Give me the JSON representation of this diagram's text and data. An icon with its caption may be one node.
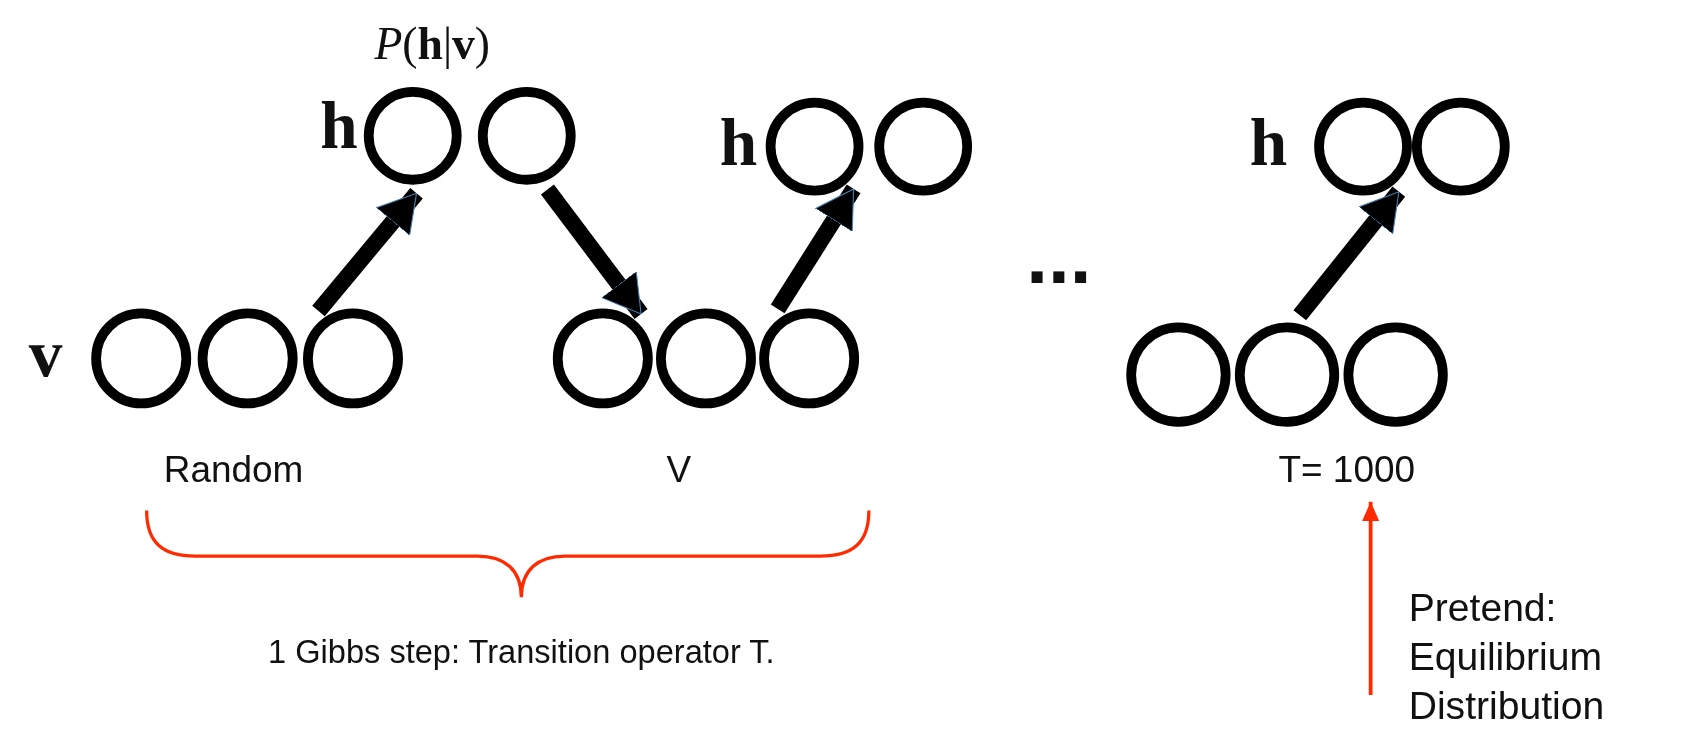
{
  "diagram": {
    "nodes": [
      {
        "text": [],
        "shape": "circle"
      },
      {
        "text": [],
        "shape": "circle"
      },
      {
        "text": [],
        "shape": "circle"
      },
      {
        "text": [],
        "shape": "circle"
      },
      {
        "text": [],
        "shape": "circle"
      },
      {
        "text": [],
        "shape": "circle"
      },
      {
        "text": [],
        "shape": "circle"
      },
      {
        "text": [],
        "shape": "circle"
      },
      {
        "text": [],
        "shape": "circle"
      },
      {
        "text": [],
        "shape": "circle"
      },
      {
        "text": [],
        "shape": "circle"
      },
      {
        "text": [],
        "shape": "circle"
      },
      {
        "text": [],
        "shape": "circle"
      },
      {
        "text": [],
        "shape": "circle"
      },
      {
        "text": [],
        "shape": "circle"
      },
      {
        "text": [
          "T= 1000"
        ]
      },
      {
        "text": [
          "Pretend: Equilibrium Distribution"
        ]
      }
    ],
    "edges": [
      {
        "from": 4,
        "to": 0,
        "arrow": "to"
      },
      {
        "from": 1,
        "to": 5,
        "arrow": "to"
      },
      {
        "from": 7,
        "to": 8,
        "arrow": "to"
      },
      {
        "from": 11,
        "to": 13,
        "arrow": "to"
      },
      {
        "from": 16,
        "to": 15,
        "arrow": "to",
        "color": "#ff2a00"
      }
    ],
    "labels": [
      "*P*(**h**|**v**)",
      "h",
      "h",
      "h",
      "v",
      "...",
      "Random",
      "V",
      "1 Gibbs step: Transition operator T."
    ]
  }
}
